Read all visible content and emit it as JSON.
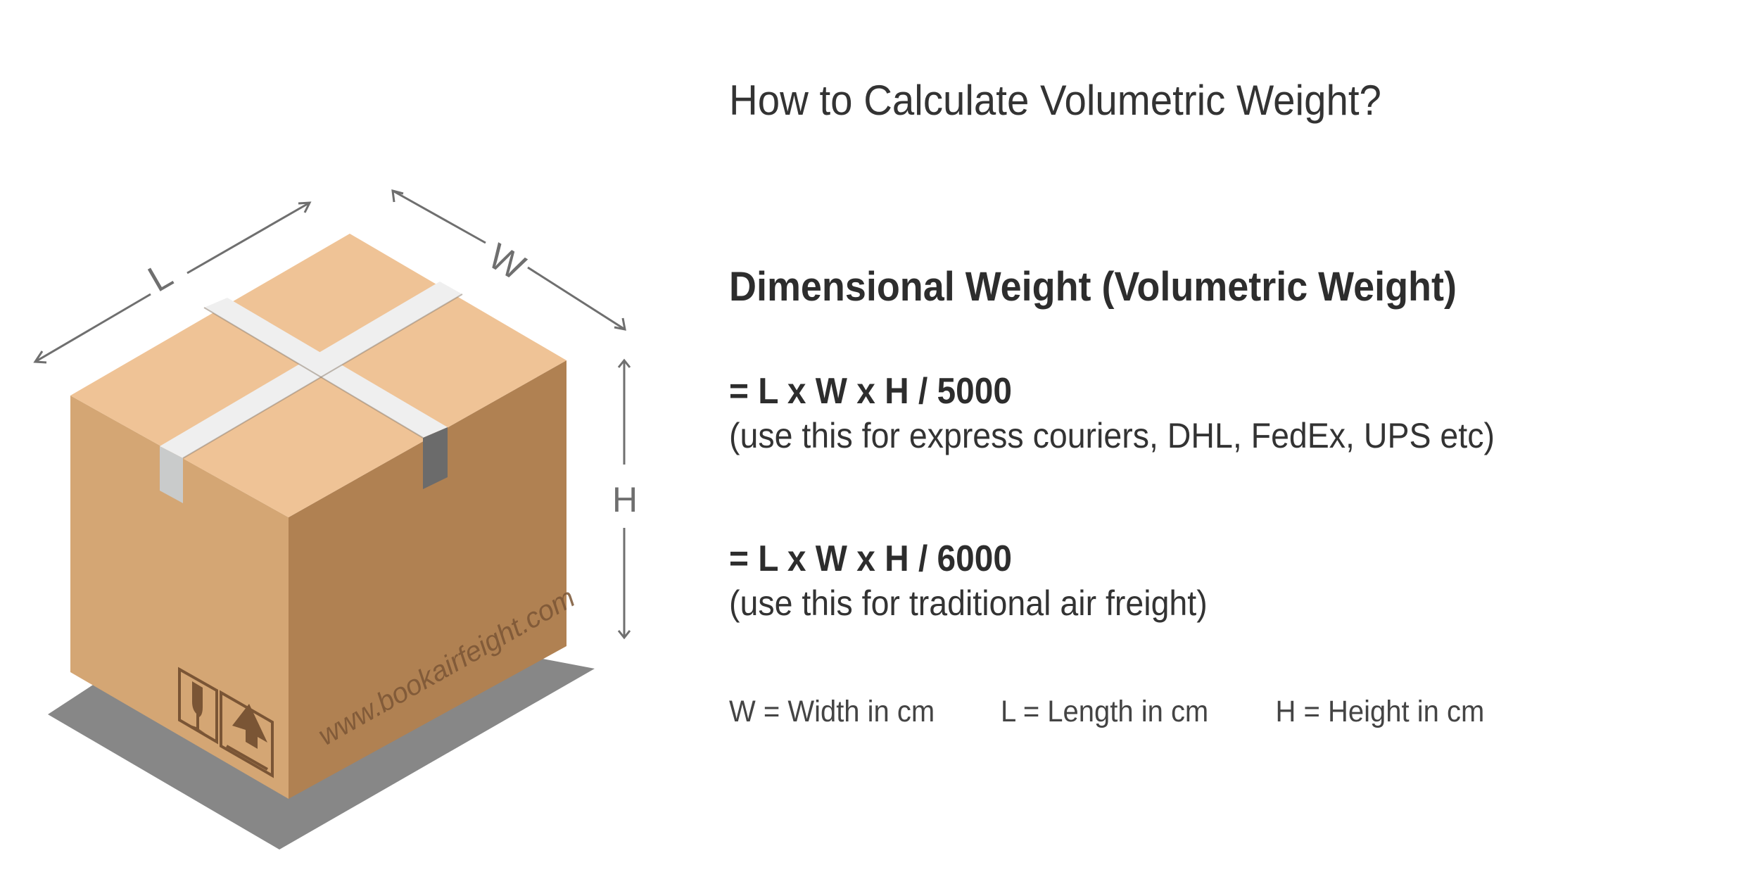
{
  "title": "How to Calculate Volumetric Weight?",
  "heading": "Dimensional Weight (Volumetric Weight)",
  "formulas": [
    {
      "expression": "= L x W x H / 5000",
      "note": "(use this for express couriers, DHL, FedEx, UPS etc)"
    },
    {
      "expression": "= L x W x H / 6000",
      "note": "(use this for traditional air freight)"
    }
  ],
  "legend": [
    "W = Width in cm",
    "L = Length in cm",
    "H = Height in cm"
  ],
  "diagram": {
    "labels": {
      "length": "L",
      "width": "W",
      "height": "H"
    },
    "box_text": "www.bookairfeight.com",
    "icons": [
      "fragile-glass-icon",
      "this-side-up-icon"
    ],
    "colors": {
      "top": "#efc396",
      "left": "#d4a674",
      "right": "#b08152",
      "tape": "#efefef",
      "tape_side_light": "#c9cbcb",
      "tape_side_dark": "#6b6b6b",
      "shadow": "#878787",
      "dimension_lines": "#6f6f6f",
      "print": "#7a5535"
    }
  }
}
